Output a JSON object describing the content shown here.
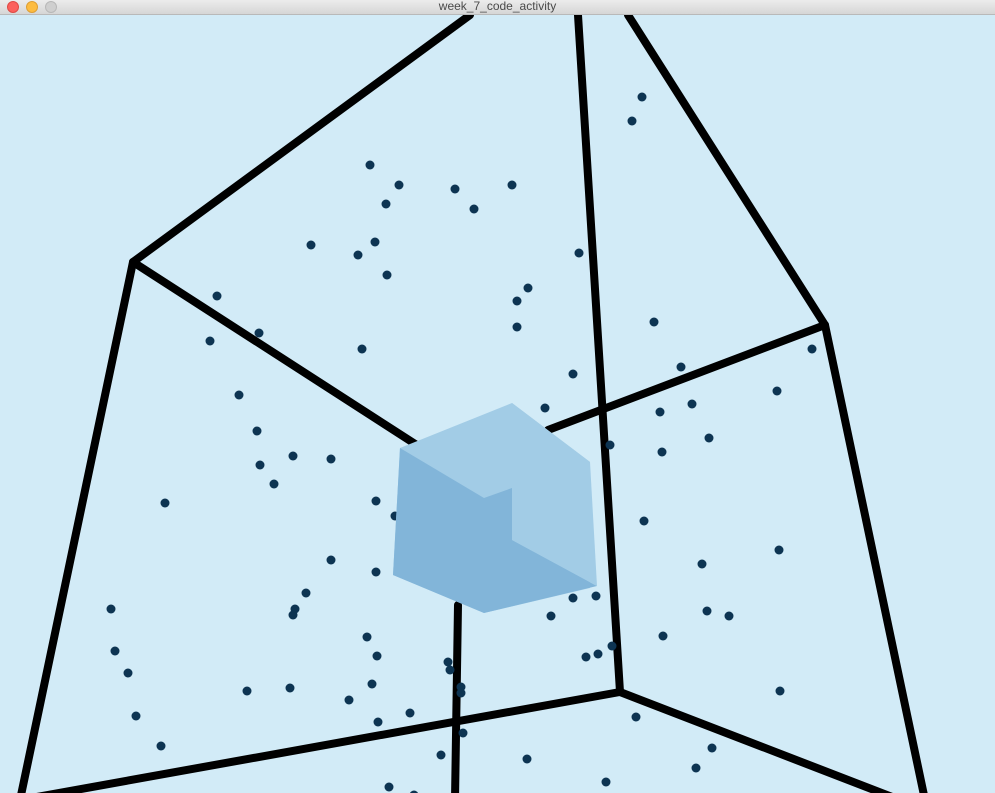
{
  "window": {
    "title": "week_7_code_activity",
    "controls": [
      "close",
      "minimize",
      "maximize"
    ]
  },
  "sketch": {
    "background_color": "#d2ebf7",
    "edge_color": "#000000",
    "particle_color": "#0d3452",
    "cube_colors": {
      "top": "#a2cce6",
      "left": "#82b5d9",
      "right": "#a2cce6",
      "inner": "#82b5d9"
    }
  }
}
